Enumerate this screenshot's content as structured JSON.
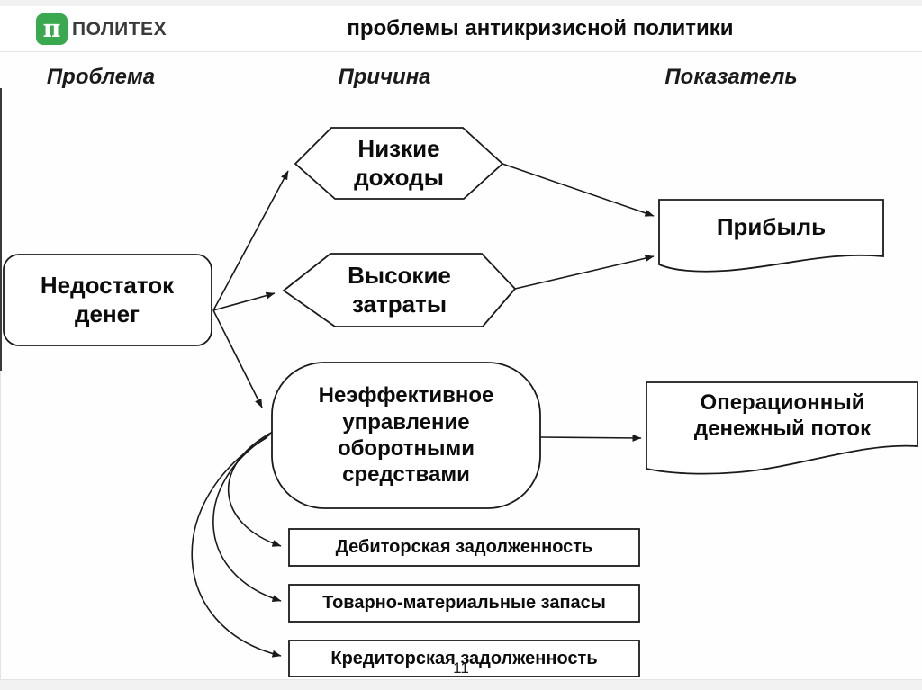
{
  "header": {
    "logo_pi": "π",
    "logo_text": "ПОЛИТЕХ",
    "logo_color": "#3aa84f",
    "title": "проблемы антикризисной политики"
  },
  "columns": {
    "problem": "Проблема",
    "cause": "Причина",
    "indicator": "Показатель"
  },
  "nodes": {
    "lack_of_money": "Недостаток\nденег",
    "low_income": "Низкие\nдоходы",
    "high_costs": "Высокие\nзатраты",
    "ineffective_management": "Неэффективное\nуправление\nоборотными\nсредствами",
    "profit": "Прибыль",
    "operating_cash_flow": "Операционный\nденежный поток",
    "receivables": "Дебиторская задолженность",
    "inventory": "Товарно-материальные запасы",
    "payables": "Кредиторская задолженность"
  },
  "page_number": "11",
  "colors": {
    "line": "#1a1a1a",
    "shape_fill": "#ffffff",
    "logo_green": "#3aa84f"
  }
}
